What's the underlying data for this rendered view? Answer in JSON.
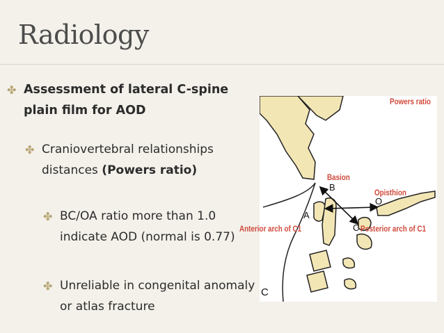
{
  "slide": {
    "title": "Radiology",
    "bullets": {
      "b1": "Assessment of lateral C-spine plain film for AOD",
      "b2_pre": "Craniovertebral relationships distances ",
      "b2_bold": "(Powers ratio)",
      "b3": "BC/OA ratio more than 1.0 indicate AOD (normal is 0.77)",
      "b4": "Unreliable in congenital anomaly or atlas fracture"
    },
    "bullet_glyph": "✤"
  },
  "figure": {
    "point_labels": {
      "B": "B",
      "O": "O",
      "A": "A",
      "C_post": "C",
      "C_corner": "C"
    },
    "annotations": {
      "powers_ratio": "Powers ratio",
      "basion": "Basion",
      "opisthion": "Opisthion",
      "anterior_arch": "Anterior arch of C1",
      "posterior_arch": "Posterior arch of C1"
    },
    "annotation_color": "#d0493c",
    "bone_color": "#f3e6b5"
  }
}
